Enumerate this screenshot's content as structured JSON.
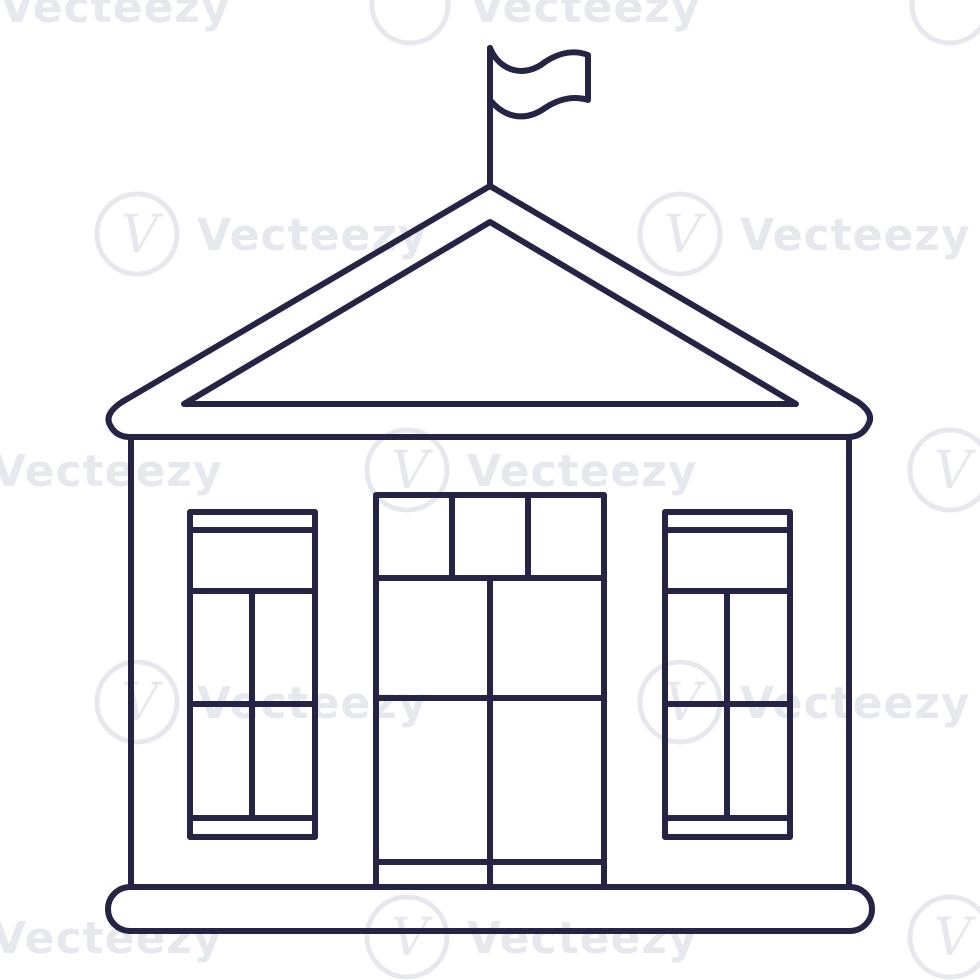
{
  "illustration": {
    "subject": "building-with-flag",
    "stroke_color": "#262445",
    "background_color": "#ffffff"
  },
  "watermark": {
    "text": "Vecteezy",
    "logo_glyph": "V",
    "color": "#e7e8ee"
  }
}
